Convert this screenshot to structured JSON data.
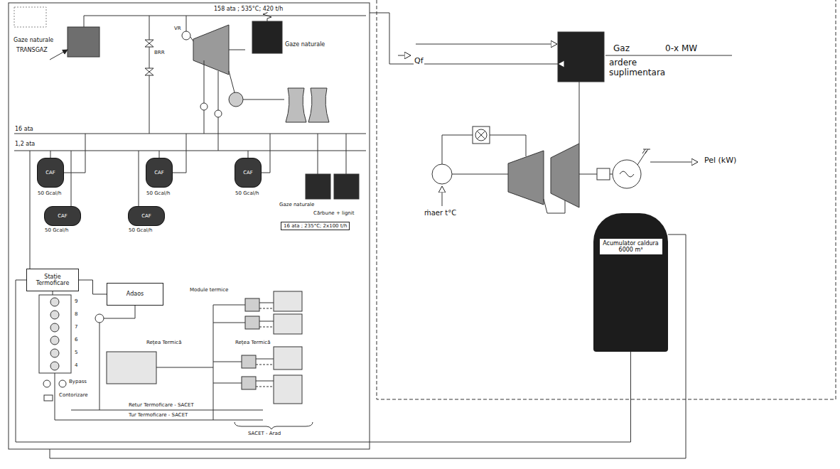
{
  "diagram": {
    "nodes": [
      {
        "text": [
          "CAF"
        ]
      },
      {
        "text": [
          "CAF"
        ]
      },
      {
        "text": [
          "CAF"
        ]
      },
      {
        "text": [
          "CAF"
        ]
      },
      {
        "text": [
          "CAF"
        ]
      },
      {
        "text": [
          "Stație Termoficare"
        ]
      },
      {
        "text": [
          "Adaos"
        ]
      },
      {
        "text": [
          "Acumulator caldura 6000 m³"
        ]
      }
    ],
    "edges": [
      {
        "from": 6,
        "to": 5,
        "arrow": "none"
      },
      {
        "from": 5,
        "to": 7,
        "arrow": "none"
      }
    ],
    "labels": [
      "158 ata ; 535°C; 420 t/h",
      "Gaze naturale",
      "TRANSGAZ",
      "BRR",
      "VR",
      "Gaze naturale",
      "16 ata",
      "1,2 ata",
      "50 Gcal/h",
      "50 Gcal/h",
      "50 Gcal/h",
      "50 Gcal/h",
      "50 Gcal/h",
      "Gaze naturale",
      "Cărbune + lignit",
      "16 ata ; 235°C; 2x100 t/h",
      "9",
      "8",
      "7",
      "6",
      "5",
      "4",
      "Bypass",
      "Contorizare",
      "Module termice",
      "Rețea Termică",
      "Rețea Termică",
      "Retur Termoficare - SACET",
      "Tur Termoficare - SACET",
      "SACET - Arad",
      "Gaz",
      "0-x MW",
      "ardere suplimentara",
      "Qf",
      "Pel (kW)",
      "ṁaer t°C"
    ]
  }
}
